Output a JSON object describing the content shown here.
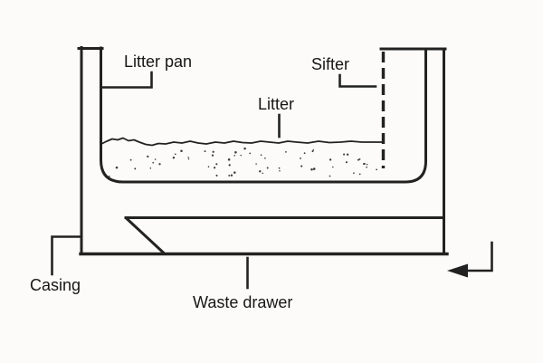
{
  "diagram": {
    "subject": "Sifting litter box cross-section diagram",
    "labels": {
      "litter_pan": "Litter pan",
      "sifter": "Sifter",
      "litter": "Litter",
      "casing": "Casing",
      "waste_drawer": "Waste drawer"
    },
    "arrow": {
      "direction": "left",
      "meaning": "waste drawer slide-out direction"
    },
    "colors": {
      "line": "#222222",
      "text": "#161616",
      "background": "#fcfbf9"
    }
  }
}
